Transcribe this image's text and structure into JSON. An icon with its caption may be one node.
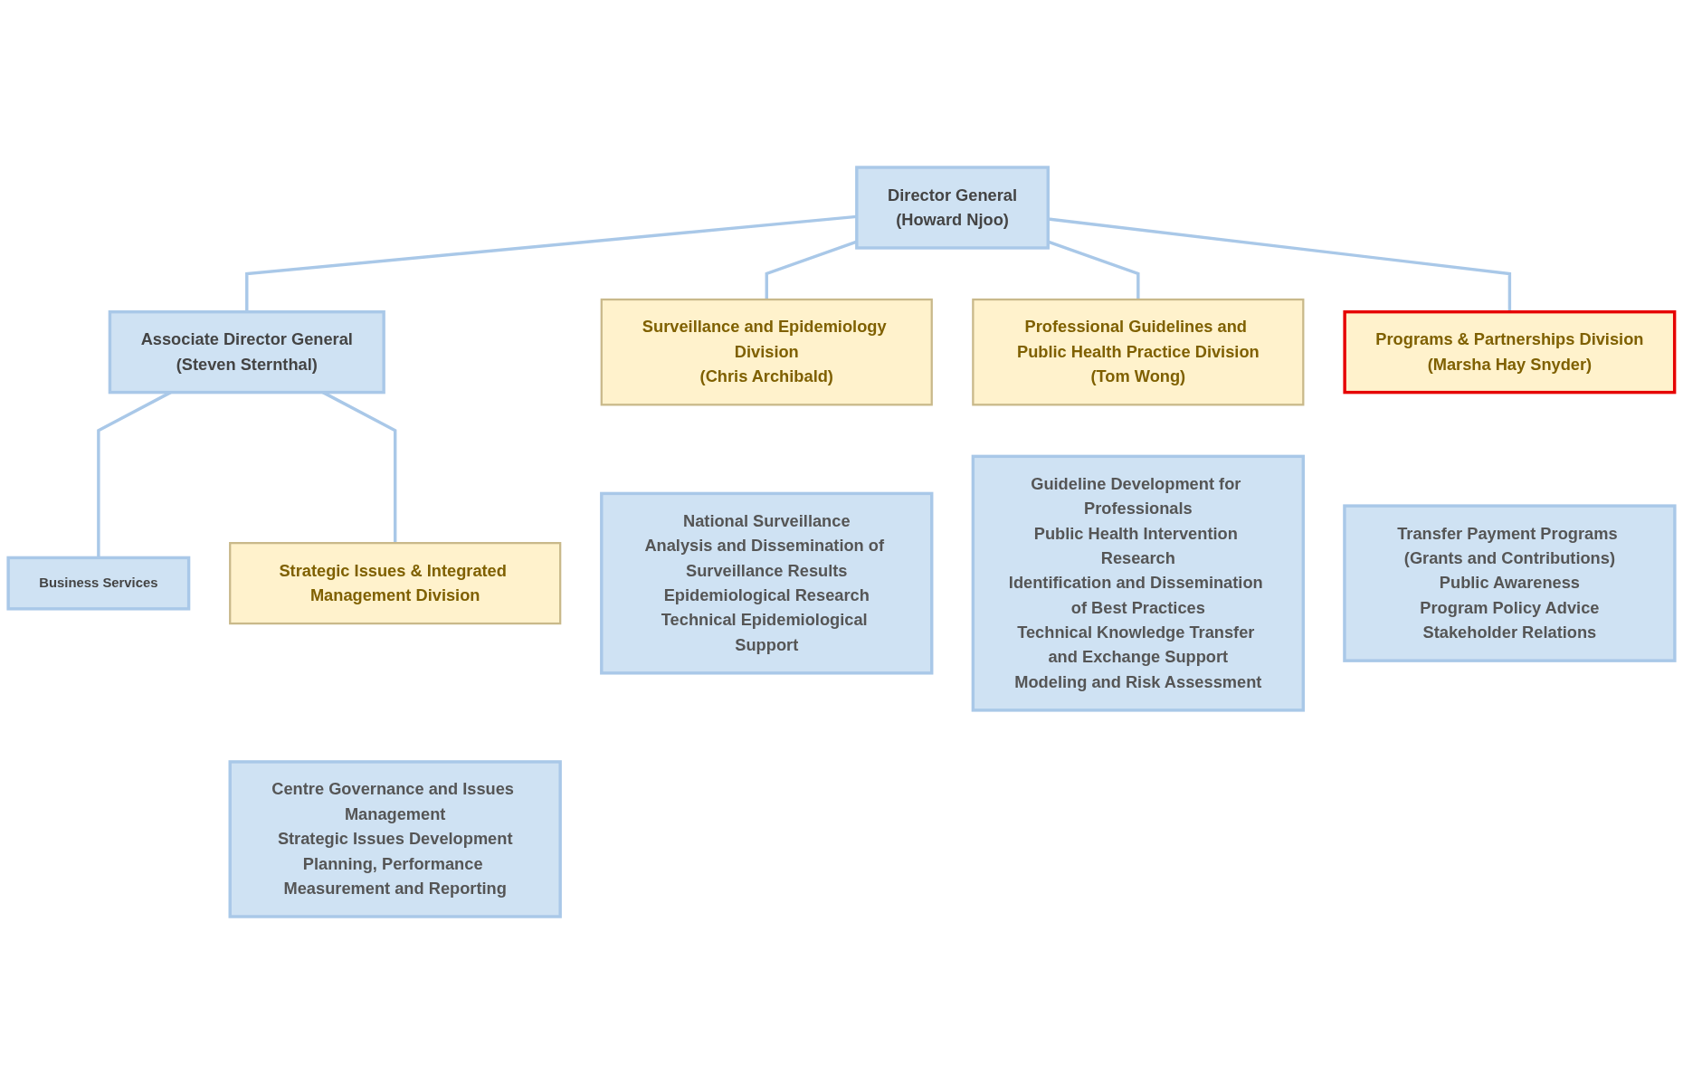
{
  "diagram": {
    "nodes": [
      {
        "text": [
          "Director General",
          "(Howard Njoo)"
        ]
      },
      {
        "text": [
          "Associate Director General",
          "(Steven Sternthal)"
        ]
      },
      {
        "text": [
          "Business Services"
        ]
      },
      {
        "text": [
          "Surveillance and Epidemiology Division",
          "(Chris Archibald)"
        ]
      },
      {
        "text": [
          "National Surveillance",
          "Analysis and Dissemination of Surveillance Results",
          "Epidemiological Research",
          "Technical Epidemiological Support"
        ]
      },
      {
        "text": [
          "Professional Guidelines and Public Health Practice Division",
          "(Tom Wong)"
        ]
      },
      {
        "text": [
          "Guideline Development for Professionals",
          "Public Health Intervention Research",
          "Identification and Dissemination of Best Practices",
          "Technical Knowledge Transfer and Exchange Support",
          "Modeling and Risk Assessment"
        ]
      },
      {
        "text": [
          "Programs & Partnerships Division",
          "(Marsha Hay Snyder)"
        ]
      },
      {
        "text": [
          "Transfer Payment Programs (Grants and Contributions)",
          "Public Awareness",
          "Program Policy Advice",
          "Stakeholder Relations"
        ]
      },
      {
        "text": [
          "Strategic Issues & Integrated Management Division"
        ]
      },
      {
        "text": [
          "Centre Governance and Issues Management",
          "Strategic Issues Development",
          "Planning, Performance Measurement and Reporting"
        ]
      }
    ],
    "edges": [
      {
        "from": 0,
        "to": 1,
        "arrow": "none"
      },
      {
        "from": 0,
        "to": 3,
        "arrow": "none"
      },
      {
        "from": 0,
        "to": 5,
        "arrow": "none"
      },
      {
        "from": 0,
        "to": 7,
        "arrow": "none"
      },
      {
        "from": 1,
        "to": 2,
        "arrow": "none"
      },
      {
        "from": 1,
        "to": 9,
        "arrow": "none"
      }
    ]
  }
}
